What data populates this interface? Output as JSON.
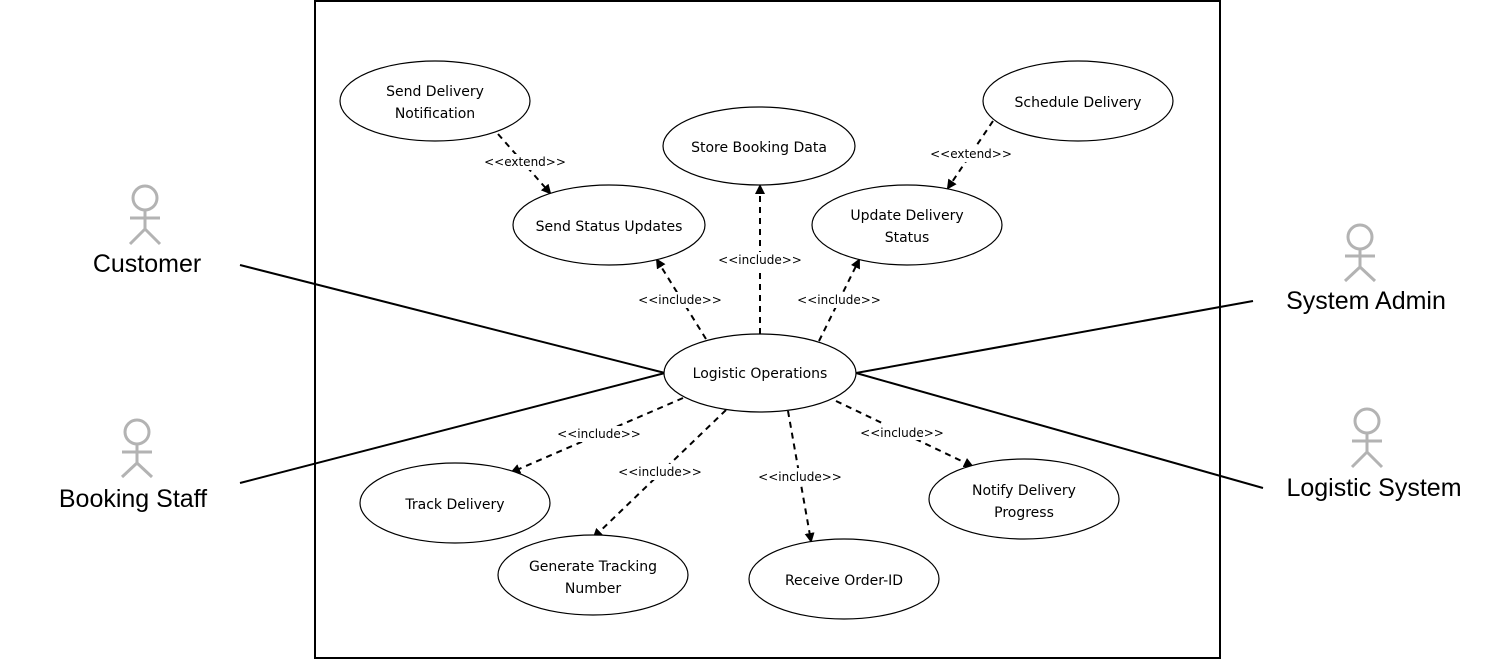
{
  "actors": {
    "customer": "Customer",
    "booking_staff": "Booking Staff",
    "system_admin": "System Admin",
    "logistic_system": "Logistic System"
  },
  "use_cases": {
    "logistic_operations": [
      "Logistic Operations"
    ],
    "send_delivery_notification": [
      "Send Delivery",
      "Notification"
    ],
    "store_booking_data": [
      "Store Booking Data"
    ],
    "schedule_delivery": [
      "Schedule Delivery"
    ],
    "send_status_updates": [
      "Send Status Updates"
    ],
    "update_delivery_status": [
      "Update Delivery",
      "Status"
    ],
    "track_delivery": [
      "Track Delivery"
    ],
    "generate_tracking_number": [
      "Generate Tracking",
      "Number"
    ],
    "receive_order_id": [
      "Receive Order-ID"
    ],
    "notify_delivery_progress": [
      "Notify Delivery",
      "Progress"
    ]
  },
  "relations": {
    "extend_notification": "<<extend>>",
    "extend_schedule": "<<extend>>",
    "include_status_updates": "<<include>>",
    "include_store_booking": "<<include>>",
    "include_update_status": "<<include>>",
    "include_track": "<<include>>",
    "include_generate": "<<include>>",
    "include_receive": "<<include>>",
    "include_notify": "<<include>>"
  },
  "colors": {
    "actor_stick": "#b3b3b3",
    "line": "#000000",
    "background": "#ffffff"
  }
}
